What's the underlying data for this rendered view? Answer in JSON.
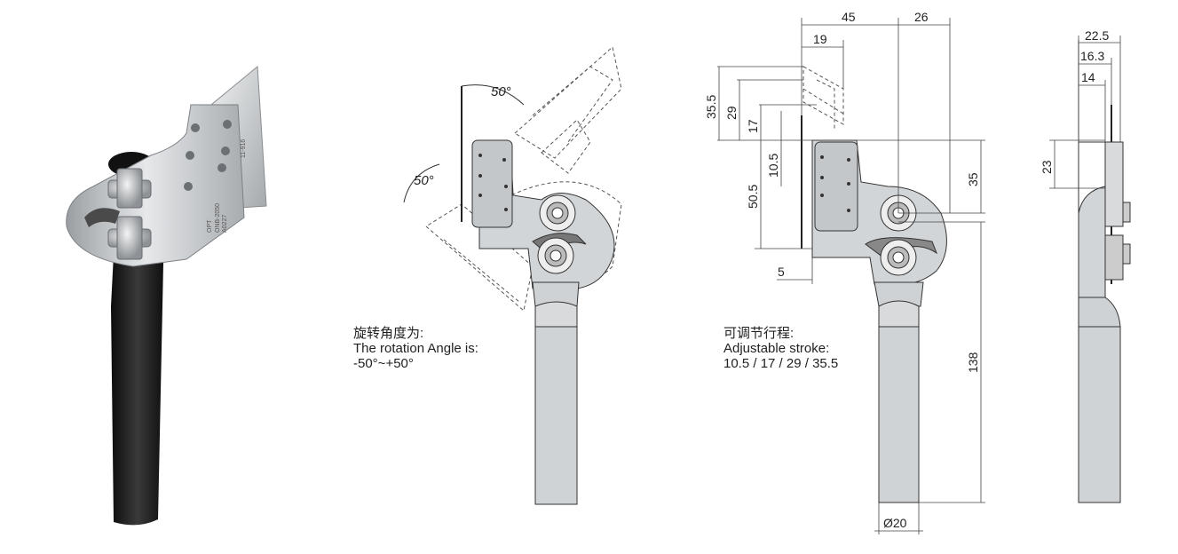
{
  "product": {
    "logo": "OPT",
    "model": "ONB-2050",
    "code": "A0227",
    "side_marking": "11-916"
  },
  "rotation_note": {
    "title": "旋转角度为:",
    "line1": "The rotation Angle is:",
    "line2": "-50°~+50°"
  },
  "stroke_note": {
    "title": "可调节行程:",
    "line1": "Adjustable stroke:",
    "line2": "10.5 / 17 / 29 / 35.5"
  },
  "angles": {
    "upper": "50°",
    "lower": "50°"
  },
  "front_view_dims": {
    "width_left": "45",
    "width_right": "26",
    "offset_19": "19",
    "stroke_35_5": "35.5",
    "stroke_29": "29",
    "stroke_17": "17",
    "stroke_10_5": "10.5",
    "height_50_5": "50.5",
    "height_35": "35",
    "height_138": "138",
    "gap_5": "5",
    "diameter": "Ø20"
  },
  "side_view_dims": {
    "w_22_5": "22.5",
    "w_16_3": "16.3",
    "w_14": "14",
    "h_23": "23"
  },
  "colors": {
    "handle": "#1c1c1c",
    "steel": "#c9ccce",
    "line": "#333333"
  }
}
